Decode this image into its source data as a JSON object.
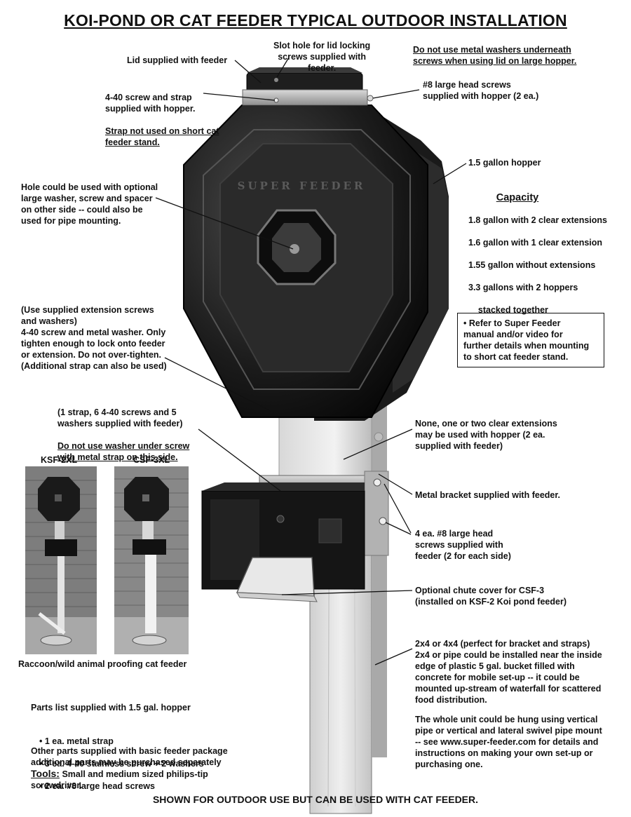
{
  "title": "KOI-POND OR CAT FEEDER TYPICAL OUTDOOR INSTALLATION",
  "labels": {
    "lid": "Lid supplied with feeder",
    "slot_hole": "Slot hole for lid locking\nscrews supplied with\nfeeder.",
    "no_metal_washers": "Do not use metal washers underneath\nscrews when using lid on large hopper.",
    "screw_strap_1": "4-40 screw and strap\nsupplied with hopper.",
    "screw_strap_2": "Strap not used on short cat\nfeeder stand.",
    "large_head_screws": "#8 large head screws\nsupplied with hopper (2 ea.)",
    "hopper": "1.5 gallon hopper",
    "hole": "Hole could be used with optional\nlarge washer, screw and spacer\non other side -- could also be\nused for pipe mounting.",
    "extension_screws": "(Use supplied extension screws\nand washers)\n4-40 screw and metal washer. Only\ntighten enough to lock onto feeder\nor extension. Do not over-tighten.\n(Additional strap can also be used)",
    "strap_kit_1": "(1 strap, 6 4-40 screws and 5\nwashers supplied with feeder)",
    "strap_kit_2": "Do not use washer under screw\nwith metal strap on this side.",
    "extensions": "None, one or two clear extensions\nmay be used with hopper (2 ea.\nsupplied with feeder)",
    "bracket": "Metal bracket supplied with feeder.",
    "bracket_screws": "4 ea. #8 large head\nscrews supplied with\nfeeder (2 for each side)",
    "chute": "Optional chute cover for CSF-3\n(installed on KSF-2 Koi pond feeder)",
    "post": "2x4 or 4x4 (perfect for bracket and straps)\n2x4 or pipe could be installed near the inside\nedge of plastic 5 gal. bucket filled with\nconcrete for mobile set-up -- it could be\nmounted up-stream of waterfall for scattered\nfood distribution.",
    "hung": "The whole unit could be hung using vertical\npipe or vertical and lateral swivel pipe mount\n-- see www.super-feeder.com for details and\ninstructions on making your own set-up or\npurchasing one."
  },
  "capacity": {
    "heading": "Capacity",
    "lines": [
      "1.8 gallon with 2 clear extensions",
      "1.6 gallon with 1 clear extension",
      "1.55 gallon without extensions",
      "3.3 gallons with 2 hoppers",
      "    stacked together"
    ]
  },
  "note_box": "• Refer to Super Feeder\nmanual and/or video for\nfurther details when mounting\nto short cat feeder stand.",
  "photos": {
    "left_label": "KSF-2XL",
    "right_label": "CSF-3XL",
    "caption": "Raccoon/wild animal proofing cat feeder"
  },
  "parts": {
    "heading": "Parts list supplied with 1.5 gal. hopper",
    "items": [
      "1 ea. metal strap",
      "3 ea. 4-40 stainless screw + 2 washers",
      "2 ea. #8 large head screws"
    ]
  },
  "other_parts": "Other parts supplied with basic feeder package\nadditional parts may be purchased separately",
  "tools": {
    "label": "Tools:",
    "text": " Small and medium sized philips-tip\nscrewdriver."
  },
  "hopper_emboss": "SUPER FEEDER",
  "footer": "SHOWN FOR OUTDOOR USE BUT CAN BE USED WITH CAT FEEDER."
}
